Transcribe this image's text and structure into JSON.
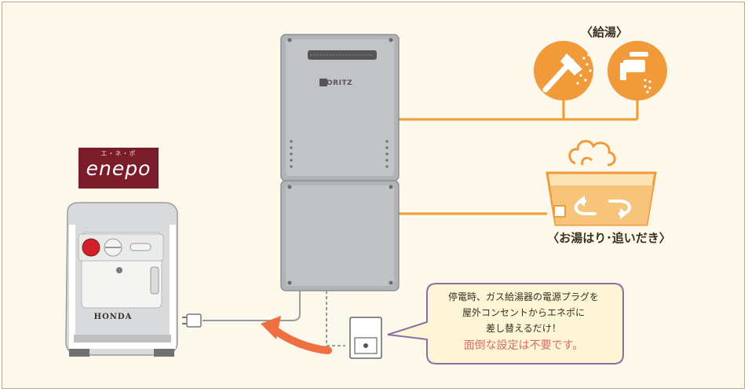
{
  "labels": {
    "hot_water": "〈給湯〉",
    "bath": "〈お湯はり･追いだき〉"
  },
  "enepo": {
    "kana": "エ・ネ・ポ",
    "name": "enepo"
  },
  "generator": {
    "brand": "HONDA"
  },
  "water_heater": {
    "brand": "NORITZ"
  },
  "callout": {
    "line1": "停電時、ガス給湯器の電源プラグを",
    "line2": "屋外コンセントからエネポに",
    "line3": "差し替えるだけ！",
    "line4": "面倒な設定は不要です。"
  },
  "colors": {
    "pipe": "#f29a2e",
    "icon_circle": "#f19a3a",
    "arrow": "#ee7040",
    "enepo_bg": "#7a1c2a",
    "callout_border": "#8a6fa1",
    "callout_bg": "#fdf5d6",
    "background": "#fdf8ec"
  },
  "icons": [
    "shower-icon",
    "faucet-icon",
    "steam-icon",
    "circulation-arrows-icon",
    "power-plug-icon",
    "outlet-icon",
    "curved-arrow-icon"
  ]
}
